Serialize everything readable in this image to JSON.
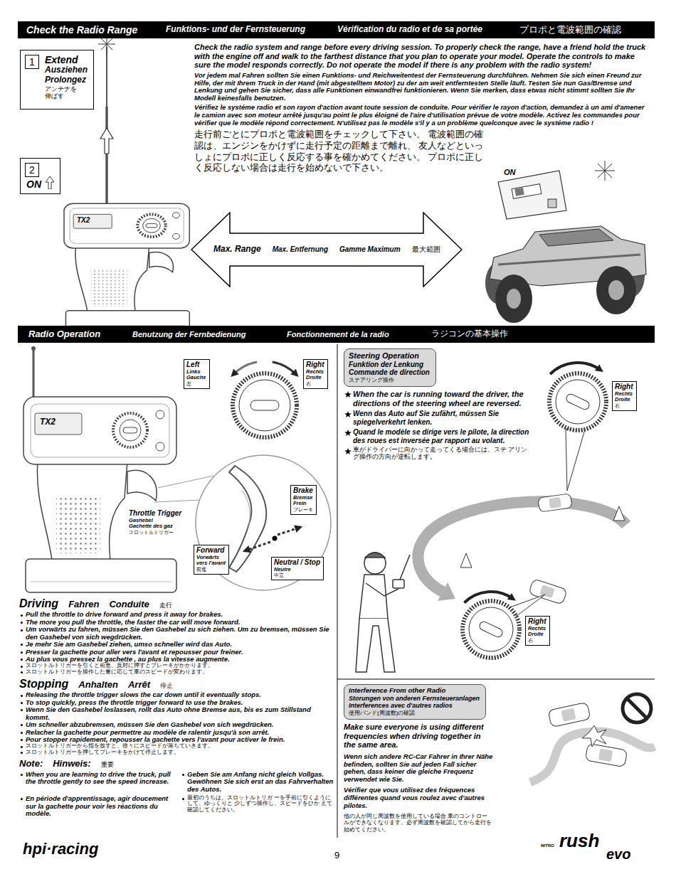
{
  "diagram": {
    "nodes": [
      {
        "text": [
          "Check the Radio Range",
          "Funktions- und der Fernsteuerung",
          "Vérification du radio et de sa portée",
          "プロポと電波範囲の確認"
        ]
      },
      {
        "text": [
          "Extend",
          "Ausziehen",
          "Prolongez",
          "アンテナを 伸ばす"
        ]
      },
      {
        "text": [
          "1"
        ],
        "in": 1
      },
      {
        "text": [
          "ON"
        ]
      },
      {
        "text": [
          "2"
        ],
        "in": 3
      },
      {
        "text": [
          "Max. Range",
          "Max. Entfernung",
          "Gamme Maximum",
          "最大範囲"
        ]
      },
      {
        "text": [
          "Radio Operation",
          "Benutzung der Fernbedienung",
          "Fonctionnement de la radio",
          "ラジコンの基本操作"
        ]
      },
      {
        "text": [
          "Left",
          "Links",
          "Gauche",
          "左"
        ]
      },
      {
        "text": [
          "Right",
          "Rechts",
          "Droite",
          "右"
        ]
      },
      {
        "text": [
          "Brake",
          "Bremse",
          "Frein",
          "ブレーキ"
        ]
      },
      {
        "text": [
          "Forward",
          "Vorwärts",
          "vers l'avant",
          "前進"
        ]
      },
      {
        "text": [
          "Neutral / Stop",
          "Neutre",
          "中立"
        ]
      },
      {
        "text": [
          "Steering Operation",
          "Funktion der Lenkung",
          "Commande de direction",
          "ステアリング操作"
        ]
      },
      {
        "text": [
          "Right",
          "Rechts",
          "Droite",
          "右"
        ]
      },
      {
        "text": [
          "Right",
          "Rechts",
          "Droite",
          "右"
        ]
      },
      {
        "text": [
          "Interference From other Radio",
          "Storungen von anderen Fernsteueranlagen",
          "Interferences avec d'autres radios",
          "使用バンド(周波数)の確認"
        ]
      }
    ],
    "labels": [
      "Check the radio system and range before every driving session. To properly check the range, have a friend hold the truck with the engine off and walk to the farthest distance that you plan to operate your model. Operate the controls to make sure the model responds correctly. Do not operate the model if there is any problem with the radio system!",
      "Vor jedem mal Fahren sollten Sie einen Funktions- und Reichweitentest der Fernsteuerung durchführen. Nehmen Sie sich einen Freund zur Hilfe, der mit Ihrem Truck in der Hand (mit abgestelltem Motor) zu der am weit entferntesten Stelle läuft. Testen Sie nun Gas/Bremse und Lenkung und gehen Sie sicher, dass alle Funktionen einwandfrei funktionieren. Wenn Sie merken, dass etwas nicht stimmt sollten Sie Ihr Modell keinesfalls benutzen.",
      "Vérifiez le systéme radio et son rayon d'action avant toute session de conduite. Pour vérifier le rayon d'action, demandez à un ami d'amener le camion avec son moteur arrêté jusqu'au point le plus éloigné de l'aire d'utilisation prévue de votre modèle. Activez les commandes pour vérifier que le modèle répond correctement. N'utilisez pas le modèle s'il y a un problème quelconque avec le systéme radio !",
      "走行前ごとにプロポと電波範囲をチェックして下さい。 電波範囲の確認は、エンジンをかけずに走行予定の距離まで離れ、 友人などといっしょにプロポに正しく反応する事を確かめてください。 プロポに正しく反応しない場合は走行を始めないで下さい。",
      "ON",
      "TX2",
      "TX2",
      "Throttle Trigger",
      "Gashebel",
      "Gachette des gaz",
      "スロットルトリガー",
      "When the car is running toward the driver, the directions of the steering wheel are reversed.",
      "Wenn das Auto auf Sie zufährt, müssen Sie spiegelverkehrt lenken.",
      "Quand le modèle se dirige vers le pilote, la direction des roues est inversée par rapport au volant.",
      "車がドライバーに向かって走ってくる場合には、ステ アリング操作の方向が逆転します。",
      "Driving",
      "Fahren",
      "Conduite",
      "走行",
      "Pull the throttle to drive forward and press it away for brakes.",
      "The more you pull the throttle, the faster the car will move forward.",
      "Um vorwärts zu fahren, müssen Sie den Gashebel zu sich ziehen. Um zu bremsen, müssen Sie den Gashebel von sich wegdrücken.",
      "Je mehr Sie am Gashebel ziehen, umso schneller wird das Auto.",
      "Presser la gachette pour aller vers l'avant et repousser pour freiner.",
      "Au plus vous pressez la gachette , au plus la vitesse augmente.",
      "スロットルトリガーを引くと前進、反対に押すとブレーキがかかります。",
      "スロットルトリガーを操作した量に応じて車のスピードが変わります。",
      "Stopping",
      "Anhalten",
      "Arrêt",
      "停止",
      "Releasing the throttle trigger slows the car down until it eventually stops.",
      "To stop quickly, press the throttle trigger forward to use the brakes.",
      "Wenn Sie den Gashebel loslassen, rollt das Auto ohne Bremse aus, bis es zum Stillstand kommt.",
      "Um schneller abzubremsen, müssen Sie den Gashebel von sich wegdrücken.",
      "Relacher la gachette pour permettre au modèle de ralentir jusqu'à son arrêt.",
      "Pour stopper rapidement, repousser la gachette vers l'avant pour activer le frein.",
      "スロットルトリガーから指を放すと、徐々にスピードが落ちていきます。",
      "スロットルトリガーを押してブレーキをかけて停止します。",
      "Note:",
      "Hinweis:",
      "重要",
      "When you are learning to drive the truck, pull the throttle gently to see the speed increase.",
      "Geben Sie am Anfang nicht gleich Vollgas. Gewöhnen Sie sich erst an das Fahrverhalten des Autos.",
      "En période d'apprentissage, agir doucement sur la gachette pour voir les réactions du modèle.",
      "最初のうちは、スロットルトリガ ーを手前に引くようにして、ゆっくりと 少しずつ操作し、スピードをひか えて確認してください。",
      "Make sure everyone is using different frequencies when driving together in the same area.",
      "Wenn sich andere RC-Car Fahrer in Ihrer Nähe befinden, sollten Sie auf jeden Fall sicher gehen, dass keiner die gleiche Frequenz verwendet wie Sie.",
      "Vérifier que vous utilisez des fréquences différentes quand vous roulez avec d'autres pilotes.",
      "他の人が同じ周波数を使用している場合 車のコントロー ルができなくなります。必ず周波数を確認してから走行を 始めてください。",
      "hpi·racing",
      "9",
      "NITRO",
      "rush",
      "evo"
    ]
  }
}
